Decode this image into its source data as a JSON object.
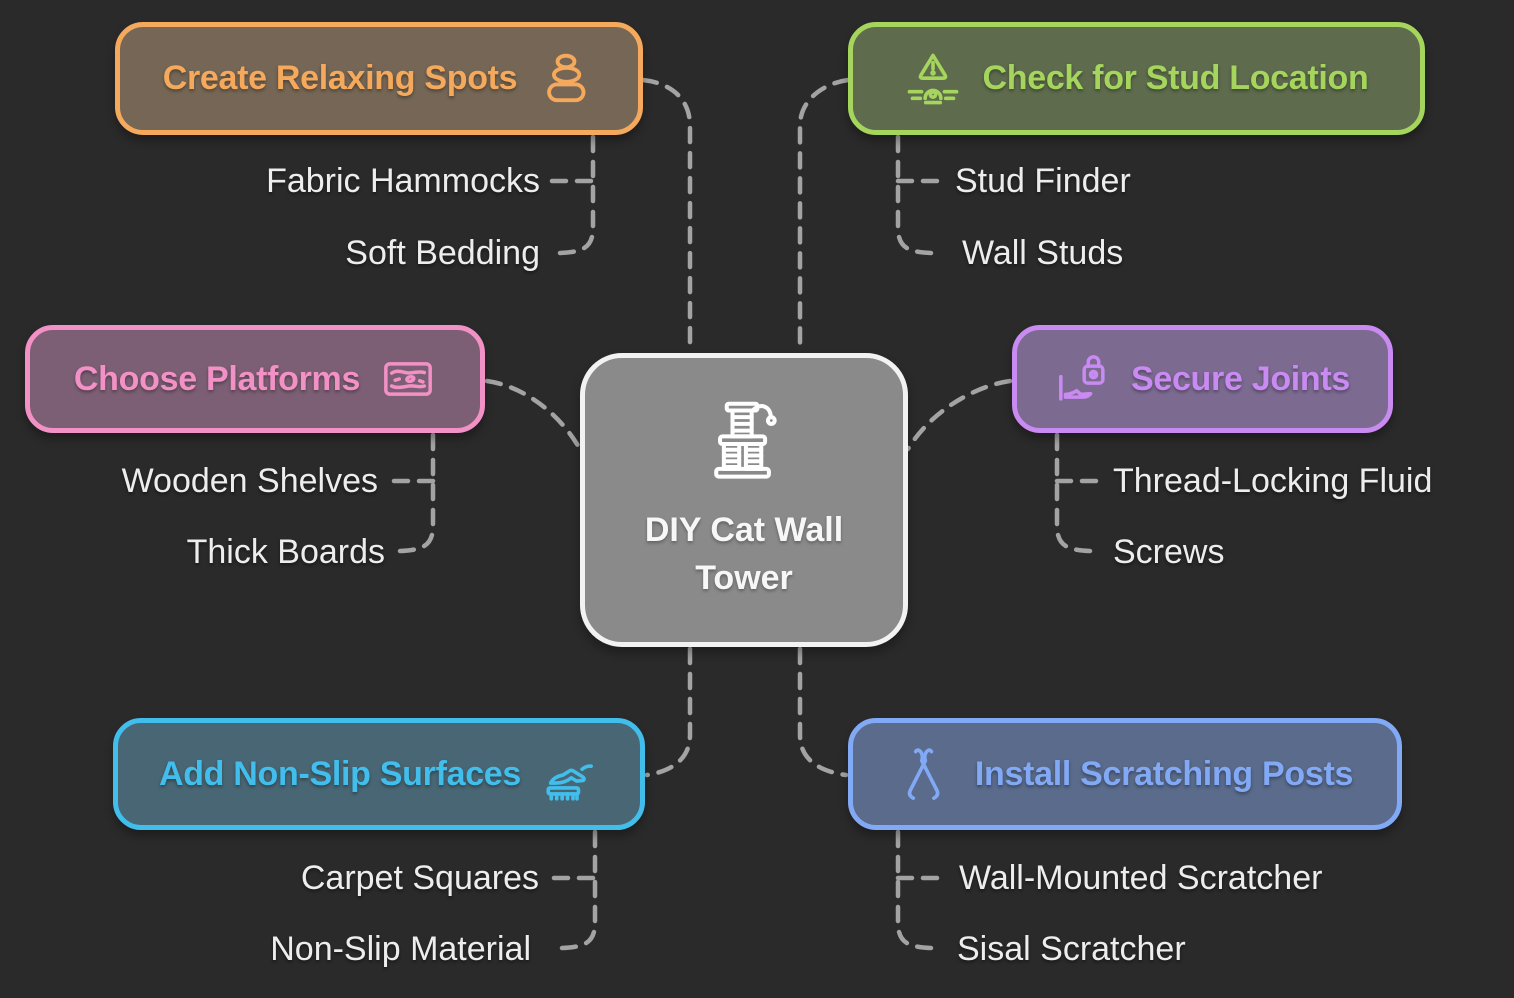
{
  "background": "#2A2A2A",
  "connector_color": "#A3A3A3",
  "leaf_text_color": "#EDEDED",
  "center": {
    "label": "DIY Cat Wall Tower",
    "fill": "#8A8A8A",
    "border_color": "#F2F2F2",
    "text_color": "#F7F7F7",
    "icon": "cat-tower-icon"
  },
  "branches": [
    {
      "label": "Create Relaxing Spots",
      "color": "#F5A95C",
      "fill": "#756655",
      "icon": "zen-stones-icon",
      "children": [
        "Fabric Hammocks",
        "Soft Bedding"
      ]
    },
    {
      "label": "Check for Stud Location",
      "color": "#A5D55C",
      "fill": "#5E6B4D",
      "icon": "stud-finder-icon",
      "children": [
        "Stud Finder",
        "Wall Studs"
      ]
    },
    {
      "label": "Choose Platforms",
      "color": "#F291C6",
      "fill": "#7C5F74",
      "icon": "wood-plank-icon",
      "children": [
        "Wooden Shelves",
        "Thick Boards"
      ]
    },
    {
      "label": "Secure Joints",
      "color": "#C98BF2",
      "fill": "#7C6A91",
      "icon": "lock-hand-icon",
      "children": [
        "Thread-Locking Fluid",
        "Screws"
      ]
    },
    {
      "label": "Add Non-Slip Surfaces",
      "color": "#41BEEC",
      "fill": "#496674",
      "icon": "brush-hand-icon",
      "children": [
        "Carpet Squares",
        "Non-Slip Material"
      ]
    },
    {
      "label": "Install Scratching Posts",
      "color": "#82A9F5",
      "fill": "#5A6B8B",
      "icon": "pliers-icon",
      "children": [
        "Wall-Mounted Scratcher",
        "Sisal Scratcher"
      ]
    }
  ]
}
